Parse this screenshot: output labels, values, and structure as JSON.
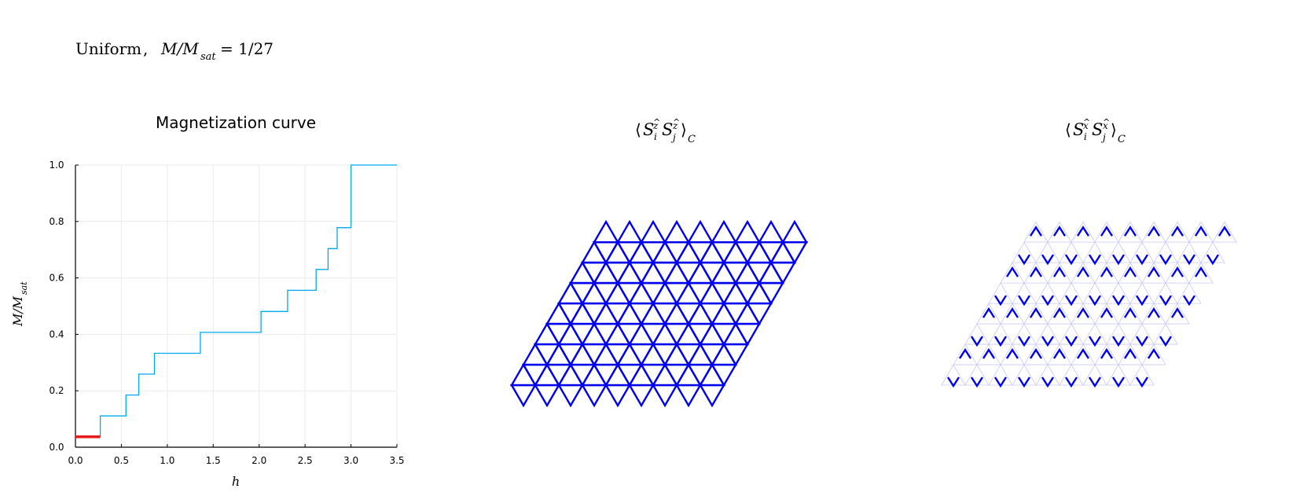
{
  "header": {
    "label": "Uniform",
    "separator": ",",
    "ratio_symbol": "M/M",
    "ratio_sub": "sat",
    "ratio_value": "= 1/27"
  },
  "panels": {
    "zz_title": {
      "pre": "⟨",
      "S1": "S",
      "hat1": "^",
      "sup1": "z",
      "sub1": "i",
      "S2": "S",
      "hat2": "^",
      "sup2": "z",
      "sub2": "j",
      "post": "⟩",
      "subC": "C"
    },
    "xx_title": {
      "pre": "⟨",
      "S1": "S",
      "hat1": "^",
      "sup1": "x",
      "sub1": "i",
      "S2": "S",
      "hat2": "^",
      "sup2": "x",
      "sub2": "j",
      "post": "⟩",
      "subC": "C"
    }
  },
  "chart_data": {
    "type": "line",
    "title": "Magnetization curve",
    "xlabel": "h",
    "ylabel_main": "M/M",
    "ylabel_sub": "sat",
    "xlim": [
      0,
      3.5
    ],
    "ylim": [
      0,
      1
    ],
    "xticks": [
      "0.0",
      "0.5",
      "1.0",
      "1.5",
      "2.0",
      "2.5",
      "3.0",
      "3.5"
    ],
    "yticks": [
      "0.0",
      "0.2",
      "0.4",
      "0.6",
      "0.8",
      "1.0"
    ],
    "grid": true,
    "series": [
      {
        "color": "#00a9ec",
        "step": true,
        "points": [
          [
            0,
            0.037
          ],
          [
            0.27,
            0.037
          ],
          [
            0.27,
            0.111
          ],
          [
            0.55,
            0.111
          ],
          [
            0.55,
            0.185
          ],
          [
            0.69,
            0.185
          ],
          [
            0.69,
            0.259
          ],
          [
            0.86,
            0.259
          ],
          [
            0.86,
            0.333
          ],
          [
            1.36,
            0.333
          ],
          [
            1.36,
            0.407
          ],
          [
            2.02,
            0.407
          ],
          [
            2.02,
            0.481
          ],
          [
            2.31,
            0.481
          ],
          [
            2.31,
            0.556
          ],
          [
            2.62,
            0.556
          ],
          [
            2.62,
            0.63
          ],
          [
            2.75,
            0.63
          ],
          [
            2.75,
            0.704
          ],
          [
            2.85,
            0.704
          ],
          [
            2.85,
            0.778
          ],
          [
            3.0,
            0.778
          ],
          [
            3.0,
            1.0
          ],
          [
            3.5,
            1.0
          ]
        ]
      }
    ],
    "highlight": {
      "color": "#e41a1c",
      "x0": 0,
      "x1": 0.27,
      "y": 0.037
    }
  },
  "lattice": {
    "zz_color": "#0000ee",
    "xx_color": "#0000ee",
    "faint_color": "#c8c8f4"
  }
}
